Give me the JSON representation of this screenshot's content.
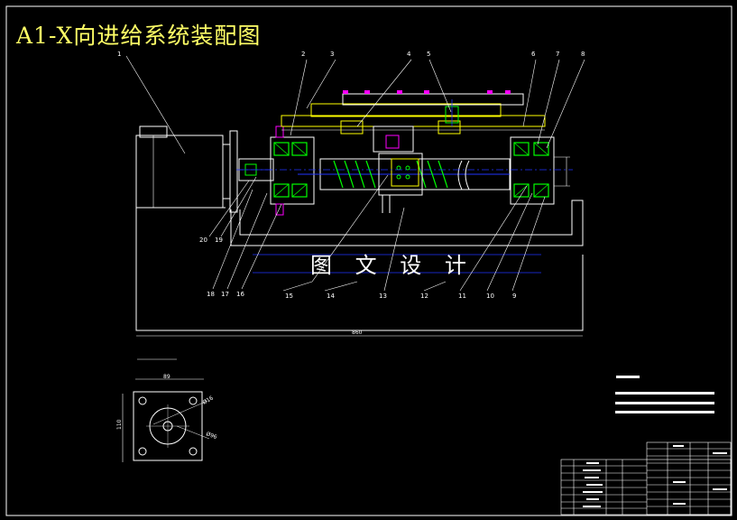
{
  "title": "A1-X向进给系统装配图",
  "watermark": "图 文 设 计",
  "callouts": {
    "top": [
      "1",
      "2",
      "3",
      "4",
      "5",
      "6",
      "7",
      "8"
    ],
    "bottom": [
      "20",
      "19",
      "18",
      "17",
      "16",
      "15",
      "14",
      "13",
      "12",
      "11",
      "10",
      "9"
    ]
  },
  "dimensions": {
    "overall_length": "860",
    "motor_mount_width": "89",
    "motor_mount_height": "110",
    "bore_diameter": "Ø16",
    "bolt_circle": "Ø96"
  },
  "colors": {
    "outline": "#ffffff",
    "parts": "#ffff00",
    "bearings": "#00ff00",
    "fasteners": "#ff00ff",
    "centerlines": "#2233ff",
    "title": "#ffff66"
  }
}
